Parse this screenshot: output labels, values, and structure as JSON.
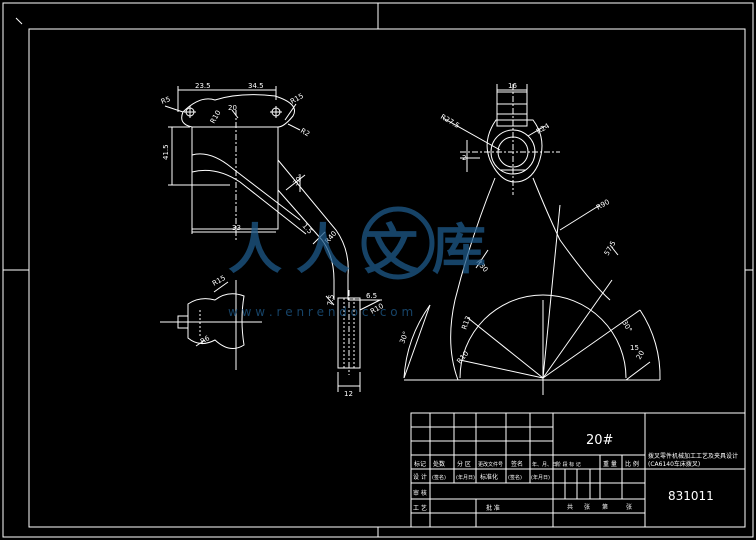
{
  "watermark": {
    "logo_text": "人人文库",
    "url_text": "w w w . r e n r e n d o c . c o m"
  },
  "dimensions": {
    "d_23_5": "23.5",
    "d_34_5": "34.5",
    "r5": "R5",
    "r10_a": "R10",
    "r15_top": "R15",
    "d_20": "20",
    "r2": "R2",
    "d_41_5": "41.5",
    "d_33": "33",
    "d_30_a": "30°",
    "d_1_5": "1.5",
    "r40": "R40",
    "r7_5": "7.5",
    "d_6_5": "6.5",
    "r10_b": "R10",
    "d_12": "12",
    "d_16": "16",
    "r27_5": "R27.5",
    "r24": "R24",
    "d_2": "2",
    "r90": "R90",
    "d_57_5": "57.5",
    "r30": "R30",
    "r13": "R13",
    "d_30_b": "30°",
    "d_30_c": "30°",
    "d_20_b": "20",
    "r15_arc": "R15",
    "d_15_b": "15",
    "r6": "R6",
    "r10_c": "R10"
  },
  "title_block": {
    "drawing_number": "20#",
    "part_title_line1": "拨叉零件机械加工工艺及夹具设计",
    "part_title_line2": "(CA6140车床拨叉)",
    "code": "831011",
    "row_labels": [
      "标记",
      "处数",
      "分 区",
      "更改文件号",
      "签名",
      "年、月、日"
    ],
    "row2_labels": [
      "设 计",
      "(签名)",
      "(年月日)",
      "标准化",
      "(签名)",
      "(年月日)"
    ],
    "right_labels": [
      "阶 段 标 记",
      "重 量",
      "比 例"
    ],
    "sheet_labels": [
      "共",
      "张",
      "第",
      "张"
    ],
    "bottom_labels": [
      "审 核",
      "工 艺",
      "批 准"
    ]
  }
}
